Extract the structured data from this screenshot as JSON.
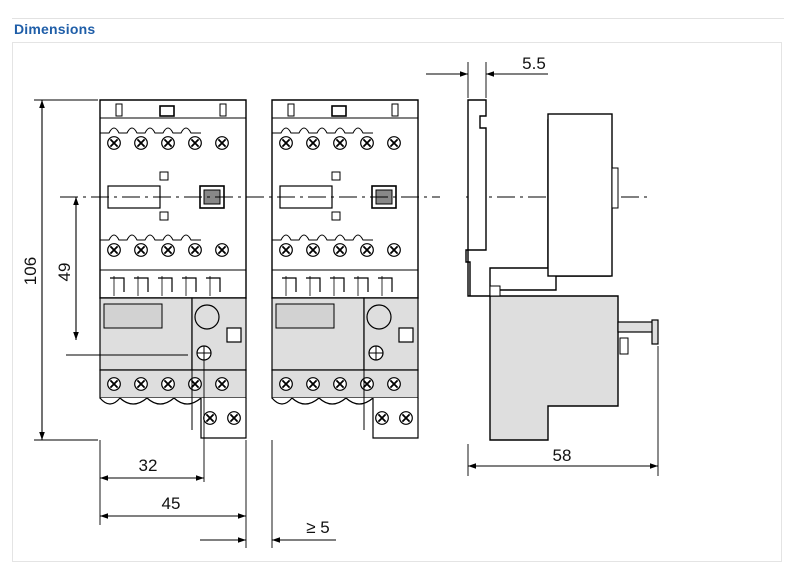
{
  "header": {
    "title": "Dimensions"
  },
  "dimensions": {
    "height_overall": "106",
    "height_to_axis": "49",
    "width_32": "32",
    "width_45": "45",
    "gap_min": "≥ 5",
    "rail_offset": "5.5",
    "depth": "58"
  },
  "colors": {
    "title": "#1f5ea8",
    "module_fill": "#dedede",
    "line": "#000000"
  }
}
